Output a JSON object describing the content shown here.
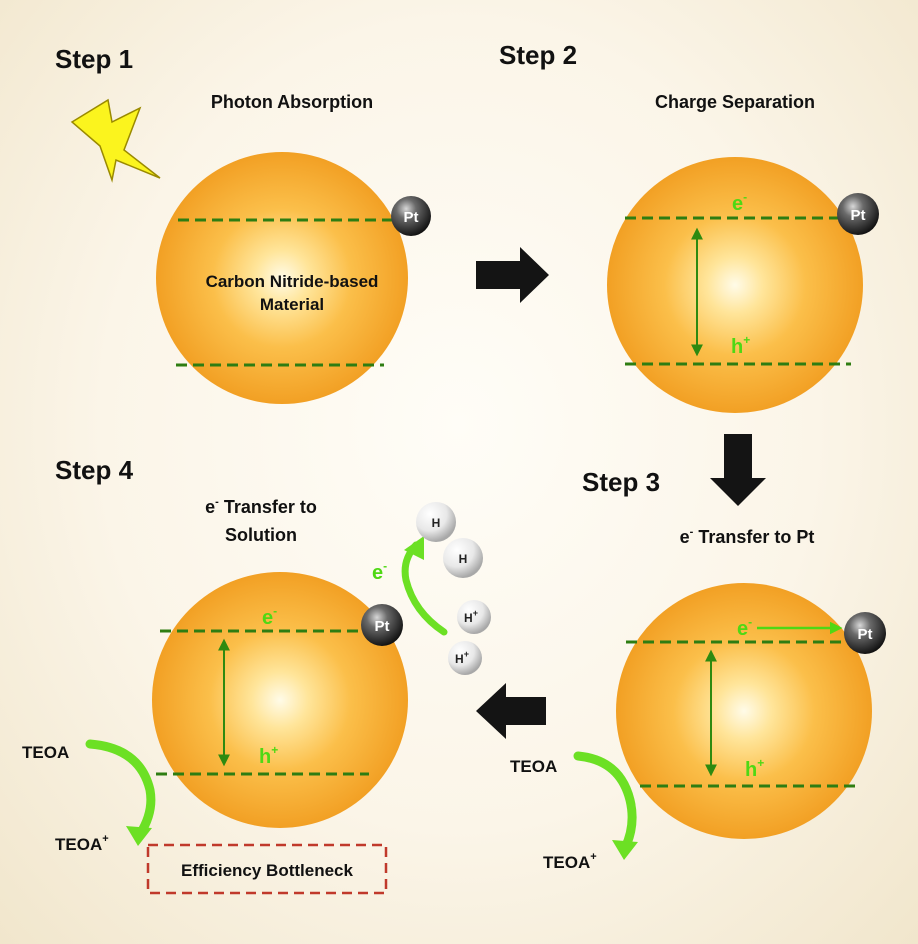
{
  "steps": {
    "s1": {
      "label": "Step 1",
      "title": "Photon Absorption",
      "material": [
        "Carbon Nitride-based",
        "Material"
      ],
      "pt": "Pt"
    },
    "s2": {
      "label": "Step 2",
      "title": "Charge Separation",
      "e": "e",
      "h": "h",
      "pt": "Pt"
    },
    "s3": {
      "label": "Step 3",
      "title_sup": "-",
      "title": " Transfer to Pt",
      "title_prefix": "e",
      "e": "e",
      "h": "h",
      "pt": "Pt",
      "teoa": "TEOA",
      "teoa_plus": "TEOA"
    },
    "s4": {
      "label": "Step 4",
      "title_prefix": "e",
      "title_line1": " Transfer to",
      "title_line2": "Solution",
      "e": "e",
      "h": "h",
      "pt": "Pt",
      "teoa": "TEOA",
      "teoa_plus": "TEOA",
      "bottleneck": "Efficiency Bottleneck",
      "e_out": "e"
    },
    "hydrogen": {
      "h2_a": "H",
      "h2_b": "H",
      "hp1": "H",
      "hp2": "H"
    }
  },
  "colors": {
    "sphere": "#f5a623",
    "band": "#2e7d12",
    "green": "#4fd814",
    "arrow": "#141414",
    "bottleneck": "#c0392b"
  },
  "icons": [
    "lightning-icon",
    "process-arrow-icon",
    "platinum-particle-icon",
    "hydrogen-molecule-icon",
    "proton-icon"
  ]
}
